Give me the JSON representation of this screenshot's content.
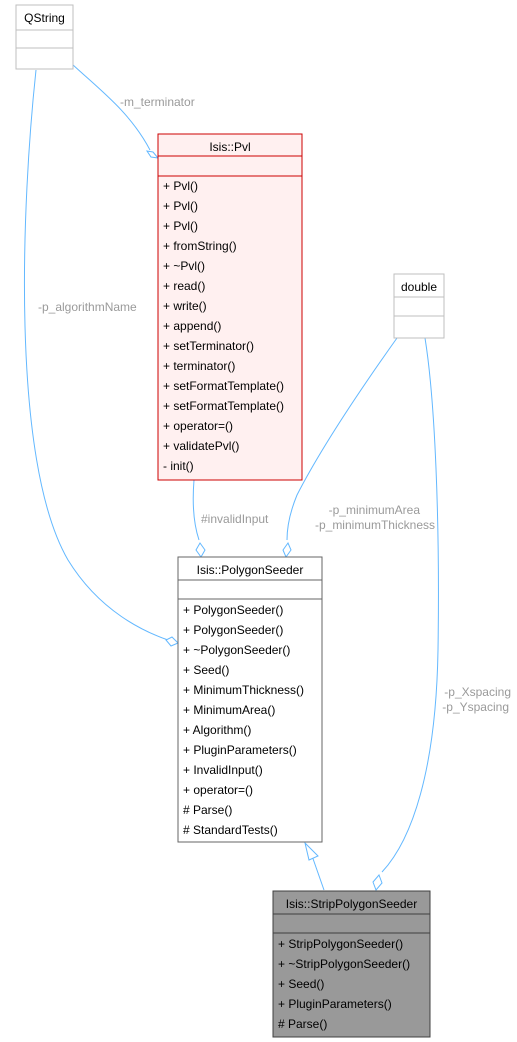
{
  "diagram": {
    "classes": [
      {
        "id": "qstring",
        "name": "QString",
        "members": []
      },
      {
        "id": "pvl",
        "name": "Isis::Pvl",
        "members": [
          "+ Pvl()",
          "+ Pvl()",
          "+ Pvl()",
          "+ fromString()",
          "+ ~Pvl()",
          "+ read()",
          "+ write()",
          "+ append()",
          "+ setTerminator()",
          "+ terminator()",
          "+ setFormatTemplate()",
          "+ setFormatTemplate()",
          "+ operator=()",
          "+ validatePvl()",
          "- init()"
        ]
      },
      {
        "id": "double",
        "name": "double",
        "members": []
      },
      {
        "id": "polygonseeder",
        "name": "Isis::PolygonSeeder",
        "members": [
          "+ PolygonSeeder()",
          "+ PolygonSeeder()",
          "+ ~PolygonSeeder()",
          "+ Seed()",
          "+ MinimumThickness()",
          "+ MinimumArea()",
          "+ Algorithm()",
          "+ PluginParameters()",
          "+ InvalidInput()",
          "+ operator=()",
          "# Parse()",
          "# StandardTests()"
        ]
      },
      {
        "id": "strippolygonseeder",
        "name": "Isis::StripPolygonSeeder",
        "members": [
          "+ StripPolygonSeeder()",
          "+ ~StripPolygonSeeder()",
          "+ Seed()",
          "+ PluginParameters()",
          "# Parse()"
        ]
      }
    ],
    "edge_labels": {
      "m_terminator": "-m_terminator",
      "p_algorithmName": "-p_algorithmName",
      "invalidInput": "#invalidInput",
      "p_minimumArea": "-p_minimumArea",
      "p_minimumThickness": "-p_minimumThickness",
      "p_Xspacing": "-p_Xspacing",
      "p_Yspacing": "-p_Yspacing"
    },
    "colors": {
      "edge": "#63b8ff",
      "edge_label": "#9a9a9a",
      "default_border": "#bfbfbf",
      "default_fill": "#ffffff",
      "focus_border": "#cc0000",
      "focus_fill": "#fff0f0",
      "highlight_border": "#404040",
      "highlight_fill": "#999999",
      "neutral_border": "#666666"
    }
  }
}
